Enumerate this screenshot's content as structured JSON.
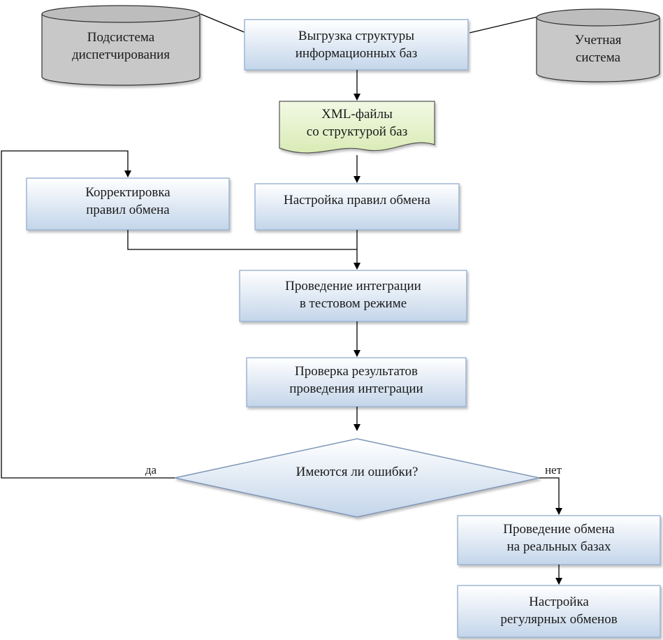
{
  "nodes": {
    "dispatch_db": "Подсистема\nдиспетчирования",
    "accounting_db": "Учетная\nсистема",
    "export": "Выгрузка структуры\nинформационных баз",
    "xml": "XML-файлы\nсо структурой баз",
    "setup": "Настройка правил обмена",
    "correct": "Корректировка\nправил обмена",
    "test": "Проведение интеграции\nв тестовом режиме",
    "check": "Проверка результатов\nпроведения интеграции",
    "decision": "Имеются ли ошибки?",
    "real": "Проведение обмена\nна реальных базах",
    "regular": "Настройка\nрегулярных обменов"
  },
  "edges": {
    "yes": "да",
    "no": "нет"
  },
  "colors": {
    "box_top": "#ffffff",
    "box_bottom": "#c3d5ea",
    "box_border": "#9db6d4",
    "cylinder": "#c8c8c8",
    "document": "#e3f1c6",
    "line": "#000000"
  }
}
